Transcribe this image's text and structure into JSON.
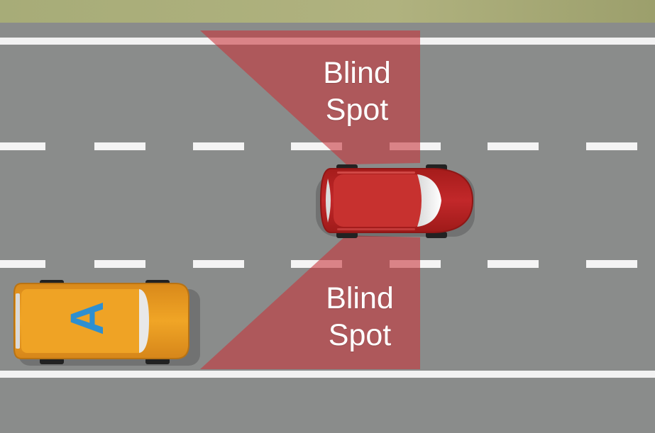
{
  "labels": {
    "blind_spot_upper": {
      "line1": "Blind",
      "line2": "Spot"
    },
    "blind_spot_lower": {
      "line1": "Blind",
      "line2": "Spot"
    }
  },
  "vehicles": {
    "car_a": {
      "roof_letter": "A",
      "body_color": "#e99a1d",
      "letter_color": "#2e8fd0"
    },
    "car_b": {
      "body_color": "#b8201e"
    }
  },
  "colors": {
    "road": "#8a8c8b",
    "grass": "#a9ad7a",
    "lane_markings": "#ffffff",
    "blind_spot_zone": "#c83238"
  }
}
